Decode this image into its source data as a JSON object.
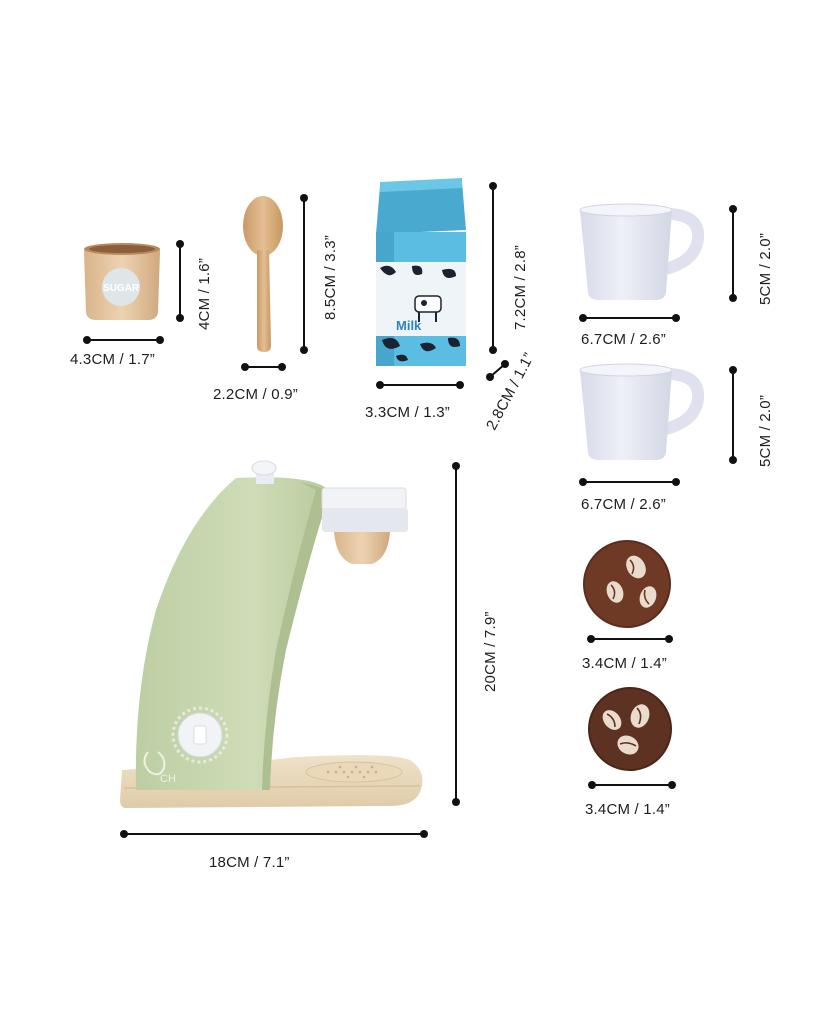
{
  "items": {
    "sugar_cup": {
      "text": "SUGAR",
      "width": "4.3CM / 1.7”",
      "height": "4CM / 1.6”"
    },
    "spoon": {
      "width": "2.2CM / 0.9”",
      "height": "8.5CM / 3.3”"
    },
    "milk_carton": {
      "text": "Milk",
      "width": "3.3CM / 1.3”",
      "height": "7.2CM / 2.8”",
      "depth": "2.8CM / 1.1”"
    },
    "cup_1": {
      "width": "6.7CM / 2.6”",
      "height": "5CM / 2.0”"
    },
    "cup_2": {
      "width": "6.7CM / 2.6”",
      "height": "5CM / 2.0”"
    },
    "coffee_pod_1": {
      "width": "3.4CM / 1.4”"
    },
    "coffee_pod_2": {
      "width": "3.4CM / 1.4”"
    },
    "coffee_machine": {
      "logo": "CH",
      "width": "18CM / 7.1”",
      "height": "20CM / 7.9”"
    }
  },
  "colors": {
    "machine_green": "#c9d8b0",
    "wood": "#e8d9bd",
    "carton_blue": "#56b8dc",
    "cup_white": "#e8ebf4",
    "pod_brown": "#6e3a26",
    "dimension_line": "#111111"
  }
}
